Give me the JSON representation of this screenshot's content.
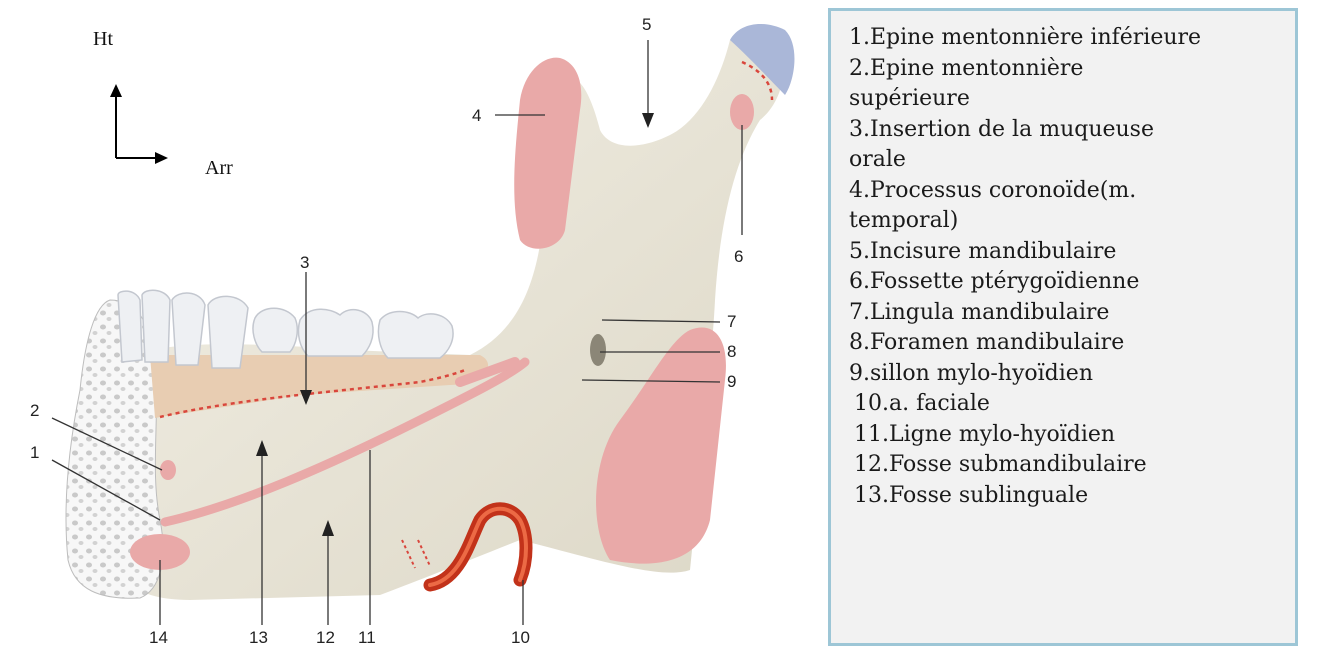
{
  "orientation": {
    "up_label": "Ht",
    "back_label": "Arr"
  },
  "callouts": [
    "1",
    "2",
    "3",
    "4",
    "5",
    "6",
    "7",
    "8",
    "9",
    "10",
    "11",
    "12",
    "13",
    "14"
  ],
  "legend": [
    "1.Epine mentonnière inférieure",
    "2.Epine mentonnière",
    "supérieure",
    "3.Insertion de la muqueuse",
    "orale",
    "4.Processus coronoïde(m.",
    "temporal)",
    "5.Incisure mandibulaire",
    "6.Fossette ptérygoïdienne",
    "7.Lingula mandibulaire",
    "8.Foramen mandibulaire",
    "9.sillon mylo-hyoïdien",
    "10.a. faciale",
    "11.Ligne mylo-hyoïdien",
    "12.Fosse submandibulaire",
    "13.Fosse sublinguale"
  ],
  "colors": {
    "bone": "#ece8da",
    "muscle_insertion": "#e9a9a8",
    "cartilage": "#aab7d8",
    "gum": "#e8cdb2",
    "artery": "#d8401e",
    "legend_border": "#9dc6d6",
    "legend_bg": "#f2f2f2"
  }
}
